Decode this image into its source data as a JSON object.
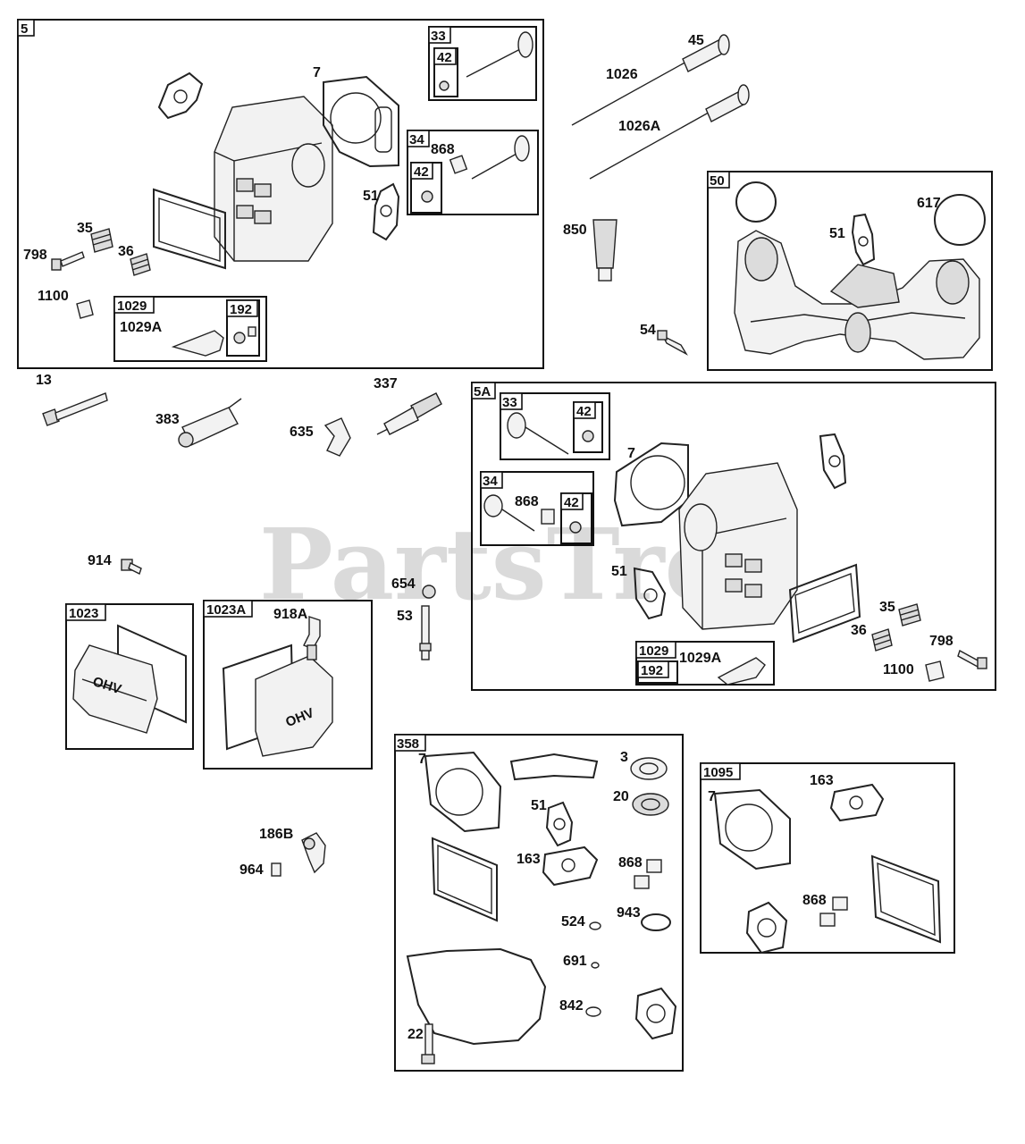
{
  "watermark": "PartsTree",
  "boxes": {
    "b5": "5",
    "b33a": "33",
    "b42a": "42",
    "b34a": "34",
    "b42b": "42",
    "b1029a": "1029",
    "b192a": "192",
    "b50": "50",
    "b5A": "5A",
    "b33b": "33",
    "b42c": "42",
    "b34b": "34",
    "b42d": "42",
    "b1029b": "1029",
    "b192b": "192",
    "b1023": "1023",
    "b1023A": "1023A",
    "b358": "358",
    "b1095": "1095"
  },
  "labels": {
    "l7a": "7",
    "l868a": "868",
    "l51a": "51",
    "l35a": "35",
    "l798a": "798",
    "l36a": "36",
    "l1100a": "1100",
    "l1029Aa": "1029A",
    "l45": "45",
    "l1026": "1026",
    "l1026A": "1026A",
    "l850": "850",
    "l54": "54",
    "l51b": "51",
    "l617": "617",
    "l13": "13",
    "l383": "383",
    "l337": "337",
    "l635": "635",
    "l914": "914",
    "l654": "654",
    "l53": "53",
    "l918A": "918A",
    "l186B": "186B",
    "l964": "964",
    "l7b": "7",
    "l868b": "868",
    "l51c": "51",
    "l35b": "35",
    "l36b": "36",
    "l798b": "798",
    "l1100b": "1100",
    "l1029Ab": "1029A",
    "l7c": "7",
    "l3": "3",
    "l20": "20",
    "l51d": "51",
    "l163a": "163",
    "l868c": "868",
    "l524": "524",
    "l943": "943",
    "l691": "691",
    "l842": "842",
    "l22": "22",
    "l7d": "7",
    "l163b": "163",
    "l868d": "868"
  },
  "cover_text": {
    "ohv1": "OHV",
    "ohv2": "OHV"
  }
}
